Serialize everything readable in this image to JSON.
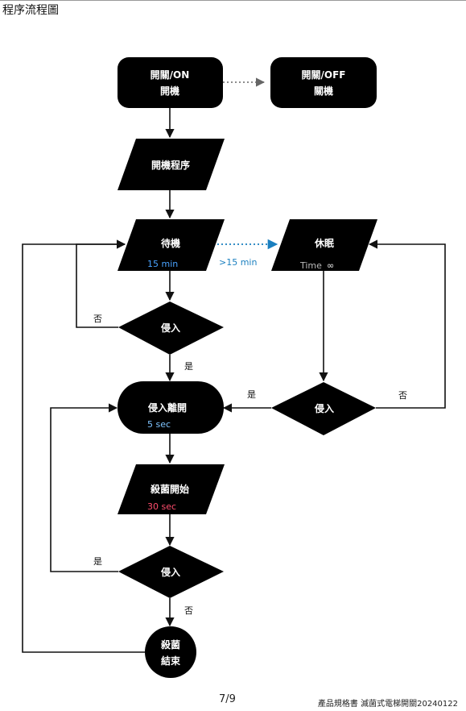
{
  "page": {
    "title": "程序流程圖"
  },
  "nodes": {
    "power_on": {
      "line1": "開關/ON",
      "line2": "開機"
    },
    "power_off": {
      "line1": "開關/OFF",
      "line2": "關機"
    },
    "boot": {
      "label": "開機程序"
    },
    "standby": {
      "label": "待機",
      "sub": "15 min",
      "sub_color": "#4aa3ff"
    },
    "sleep": {
      "label": "休眠",
      "sub": "Time",
      "sub_symbol": "∞",
      "sub_color": "#bbbbbb"
    },
    "intrude_1": {
      "label": "侵入"
    },
    "intrude_2": {
      "label": "侵入"
    },
    "intrude_3": {
      "label": "侵入"
    },
    "leave": {
      "label": "侵入離開",
      "sub": "5 sec",
      "sub_color": "#7fc4ff"
    },
    "sterilize_start": {
      "label": "殺菌開始",
      "sub": "30 sec",
      "sub_color": "#ff4d6d"
    },
    "sterilize_end": {
      "line1": "殺菌",
      "line2": "結束"
    }
  },
  "edges": {
    "standby_to_sleep": {
      "label": ">15 min",
      "color": "#1a7fbf"
    },
    "intrude1_no": "否",
    "intrude1_yes": "是",
    "intrude2_yes": "是",
    "intrude2_no": "否",
    "intrude3_yes": "是",
    "intrude3_no": "否"
  },
  "footer": {
    "page_number": "7/9",
    "doc_title": "產品規格書 滅菌式電梯開關20240122"
  }
}
